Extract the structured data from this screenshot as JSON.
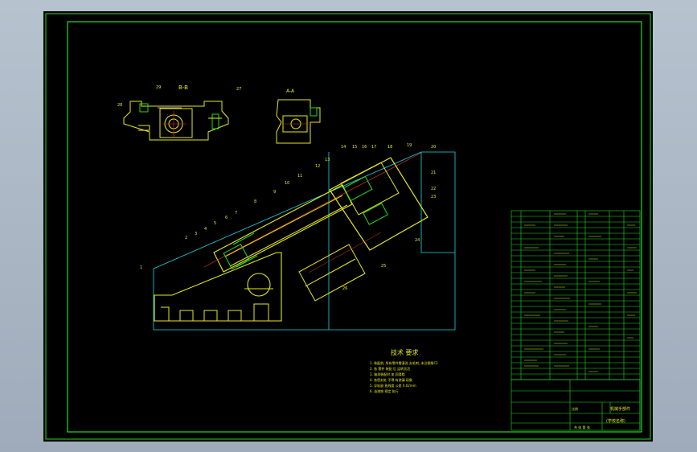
{
  "drawing": {
    "section_bb_label": "B-B",
    "section_aa_label": "A-A",
    "tech_title": "技术 要求",
    "tech_notes": [
      "1. 装配前, 所有零件需清洗 去毛刺, 未注倒角C1",
      "2. 各 零件 装配 后 运转灵活",
      "3. 轴承装配时 加 润滑脂",
      "4. 各密封处 不得 有渗漏 现象",
      "5. 导轨副 直线度 公差 0.02mm",
      "6. 油漆按 规定 执行"
    ],
    "part_callouts": [
      "1",
      "2",
      "3",
      "4",
      "5",
      "6",
      "7",
      "8",
      "9",
      "10",
      "11",
      "12",
      "13",
      "14",
      "15",
      "16",
      "17",
      "18",
      "19",
      "20",
      "21",
      "22",
      "23",
      "24",
      "25",
      "26",
      "27",
      "28",
      "29"
    ],
    "title_block": {
      "drawing_name": "机械手部件",
      "company": "(学校名称)",
      "scale_label": "比例",
      "sheet_label": "共 张 第 张"
    }
  },
  "colors": {
    "sheet_bg": "#000000",
    "frame": "#22dd22",
    "part_outline": "#e8e820",
    "hidden": "#20d8e0",
    "centerline": "#e83030"
  }
}
